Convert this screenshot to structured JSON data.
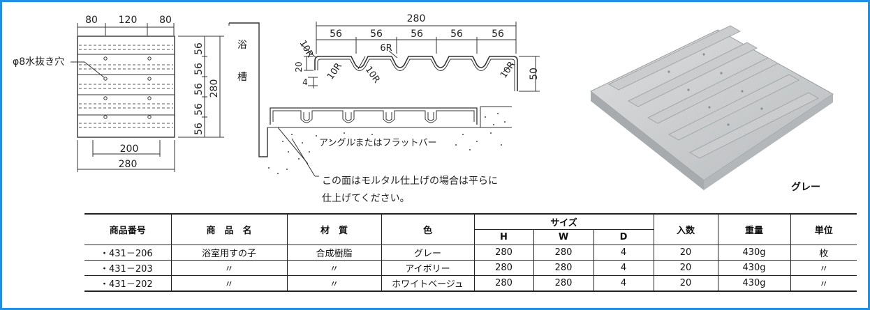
{
  "top_view": {
    "dim_80_left": "80",
    "dim_120": "120",
    "dim_80_right": "80",
    "hole_label": "φ8水抜き穴",
    "dim_56": [
      "56",
      "56",
      "56",
      "56",
      "56"
    ],
    "dim_280_side": "280",
    "dim_200": "200",
    "dim_280_bottom": "280"
  },
  "section_view": {
    "tub_label_1": "浴",
    "tub_label_2": "槽",
    "dim_280": "280",
    "dim_56": [
      "56",
      "56",
      "56",
      "56",
      "56"
    ],
    "r10_top": "10R",
    "r6": "6R",
    "dim_20": "20",
    "dim_4": "4",
    "r10_a": "10R",
    "r10_b": "10R",
    "r10_c": "10R",
    "dim_50": "50",
    "angle_label": "アングルまたはフラットバー",
    "note_line1": "この面はモルタル仕上げの場合は平らに",
    "note_line2": "仕上げてください。"
  },
  "photo": {
    "caption": "グレー",
    "color": "#c9cbcc"
  },
  "table": {
    "headers": {
      "code": "商品番号",
      "name": "商　品　名",
      "material": "材　質",
      "color": "色",
      "size": "サイズ",
      "h": "H",
      "w": "W",
      "d": "D",
      "qty": "入数",
      "weight": "重量",
      "unit": "単位"
    },
    "rows": [
      {
        "code": "・431－206",
        "name": "浴室用すの子",
        "material": "合成樹脂",
        "color": "グレー",
        "h": "280",
        "w": "280",
        "d": "4",
        "qty": "20",
        "weight": "430g",
        "unit": "枚"
      },
      {
        "code": "・431－203",
        "name": "〃",
        "material": "〃",
        "color": "アイボリー",
        "h": "280",
        "w": "280",
        "d": "4",
        "qty": "20",
        "weight": "430g",
        "unit": "〃"
      },
      {
        "code": "・431－202",
        "name": "〃",
        "material": "〃",
        "color": "ホワイトベージュ",
        "h": "280",
        "w": "280",
        "d": "4",
        "qty": "20",
        "weight": "430g",
        "unit": "〃"
      }
    ]
  }
}
